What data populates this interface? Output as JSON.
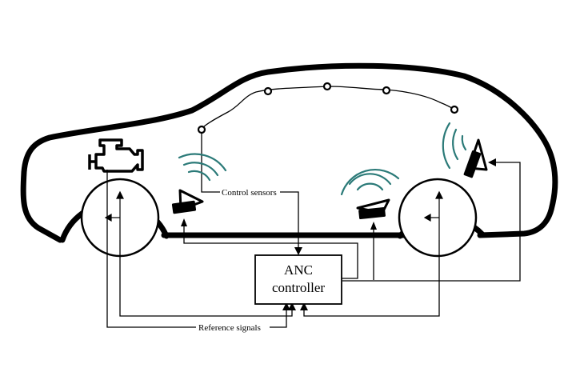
{
  "diagram": {
    "controller": {
      "line1": "ANC",
      "line2": "controller"
    },
    "labels": {
      "control_sensors": "Control sensors",
      "reference_signals": "Reference signals"
    },
    "icons": {
      "engine": "engine-icon",
      "speaker": "speaker-icon",
      "microphone": "microphone-icon",
      "sound_waves": "sound-waves-icon"
    },
    "colors": {
      "outline": "#000000",
      "sound_waves": "#2b7a78",
      "background": "#ffffff"
    }
  }
}
